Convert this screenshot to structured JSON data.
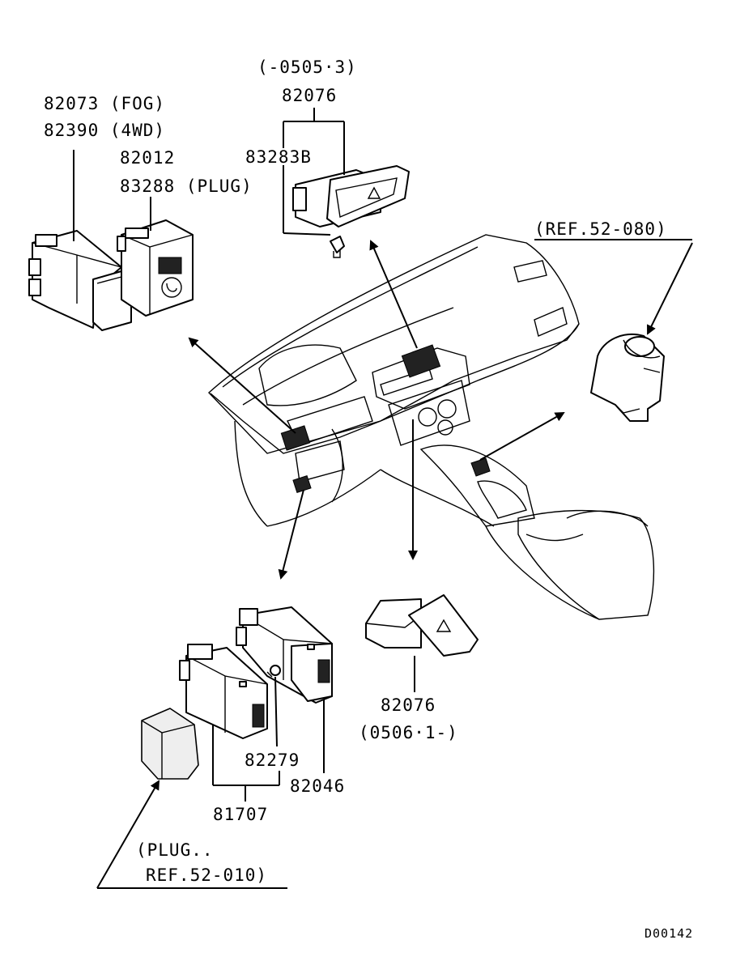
{
  "labels": {
    "fog_switch": "82073 (FOG)",
    "awd_switch": "82390 (4WD)",
    "switch_82012": "82012",
    "plug_83288": "83288 (PLUG)",
    "hazard_date_upper": "(-0505·3)",
    "hazard_upper": "82076",
    "bulb_83283b": "83283B",
    "ref_52_080": "(REF.52-080)",
    "hazard_lower": "82076",
    "hazard_date_lower": "(0506·1-)",
    "switch_82279": "82279",
    "switch_82046": "82046",
    "switch_81707": "81707",
    "plug_ref_line1": "(PLUG..",
    "plug_ref_line2": "REF.52-010)"
  },
  "diagram_code": "D00142"
}
